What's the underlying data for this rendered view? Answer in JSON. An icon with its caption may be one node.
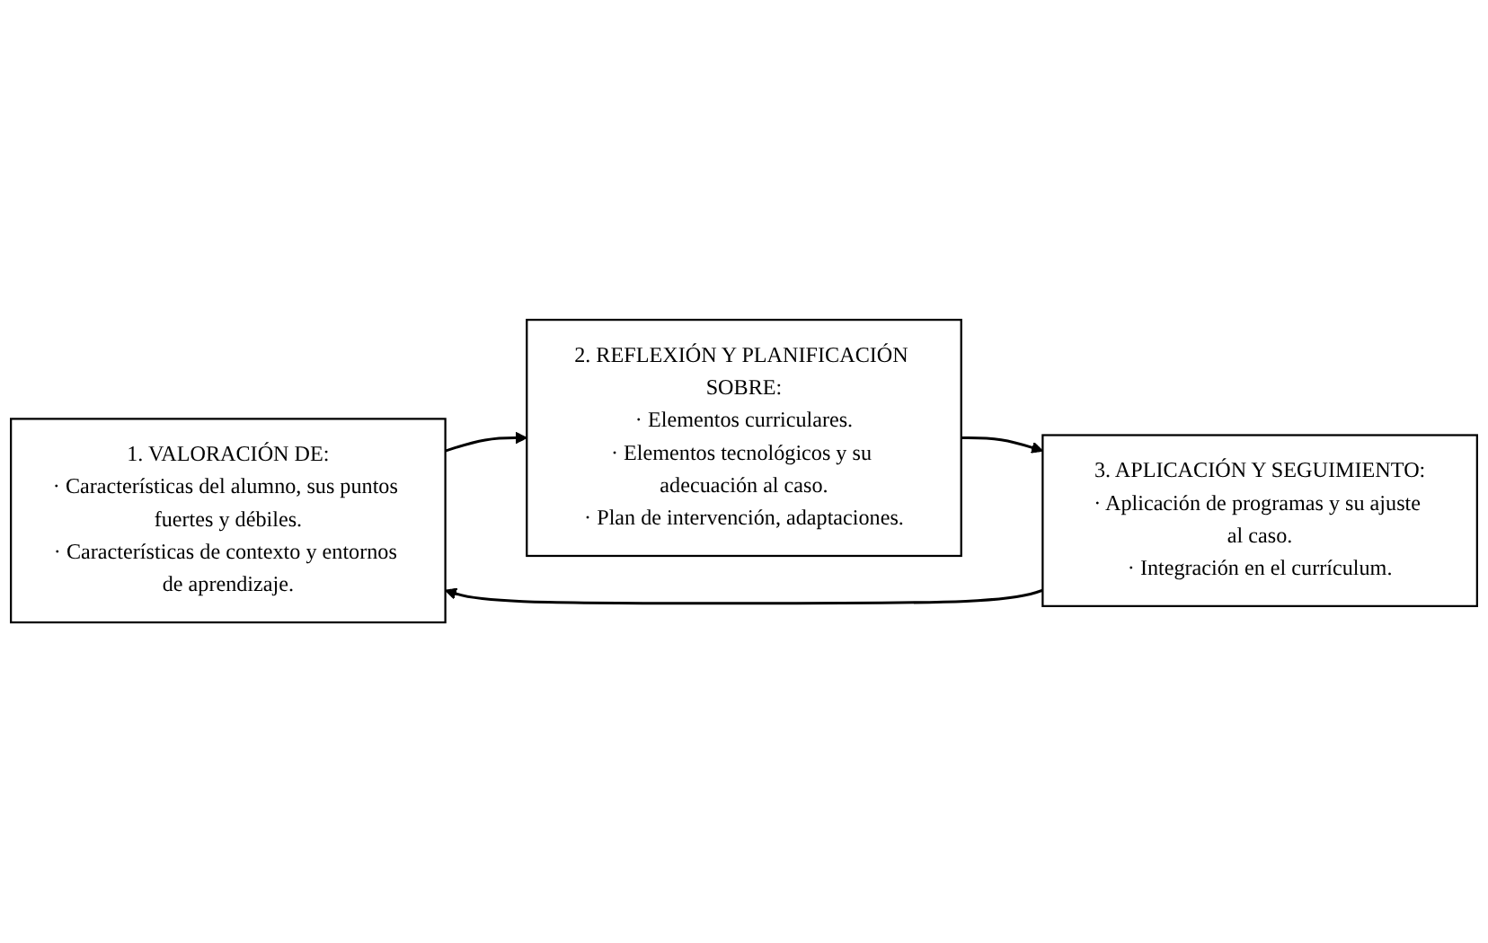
{
  "diagram": {
    "nodes": [
      {
        "text": [
          "1. VALORACIÓN DE:",
          "· Características del alumno, sus puntos fuertes y débiles.",
          "· Características de contexto y entornos de aprendizaje."
        ]
      },
      {
        "text": [
          "2. REFLEXIÓN Y PLANIFICACIÓN SOBRE:",
          "· Elementos curriculares.",
          "· Elementos tecnológicos y su adecuación al caso.",
          "· Plan de intervención, adaptaciones."
        ]
      },
      {
        "text": [
          "3. APLICACIÓN Y SEGUIMIENTO:",
          "· Aplicación de programas y su ajuste al caso.",
          "· Integración en el currículum."
        ]
      }
    ],
    "edges": [
      {
        "from": 0,
        "to": 1,
        "arrow": "to"
      },
      {
        "from": 1,
        "to": 2,
        "arrow": "to"
      },
      {
        "from": 2,
        "to": 0,
        "arrow": "to"
      }
    ]
  }
}
